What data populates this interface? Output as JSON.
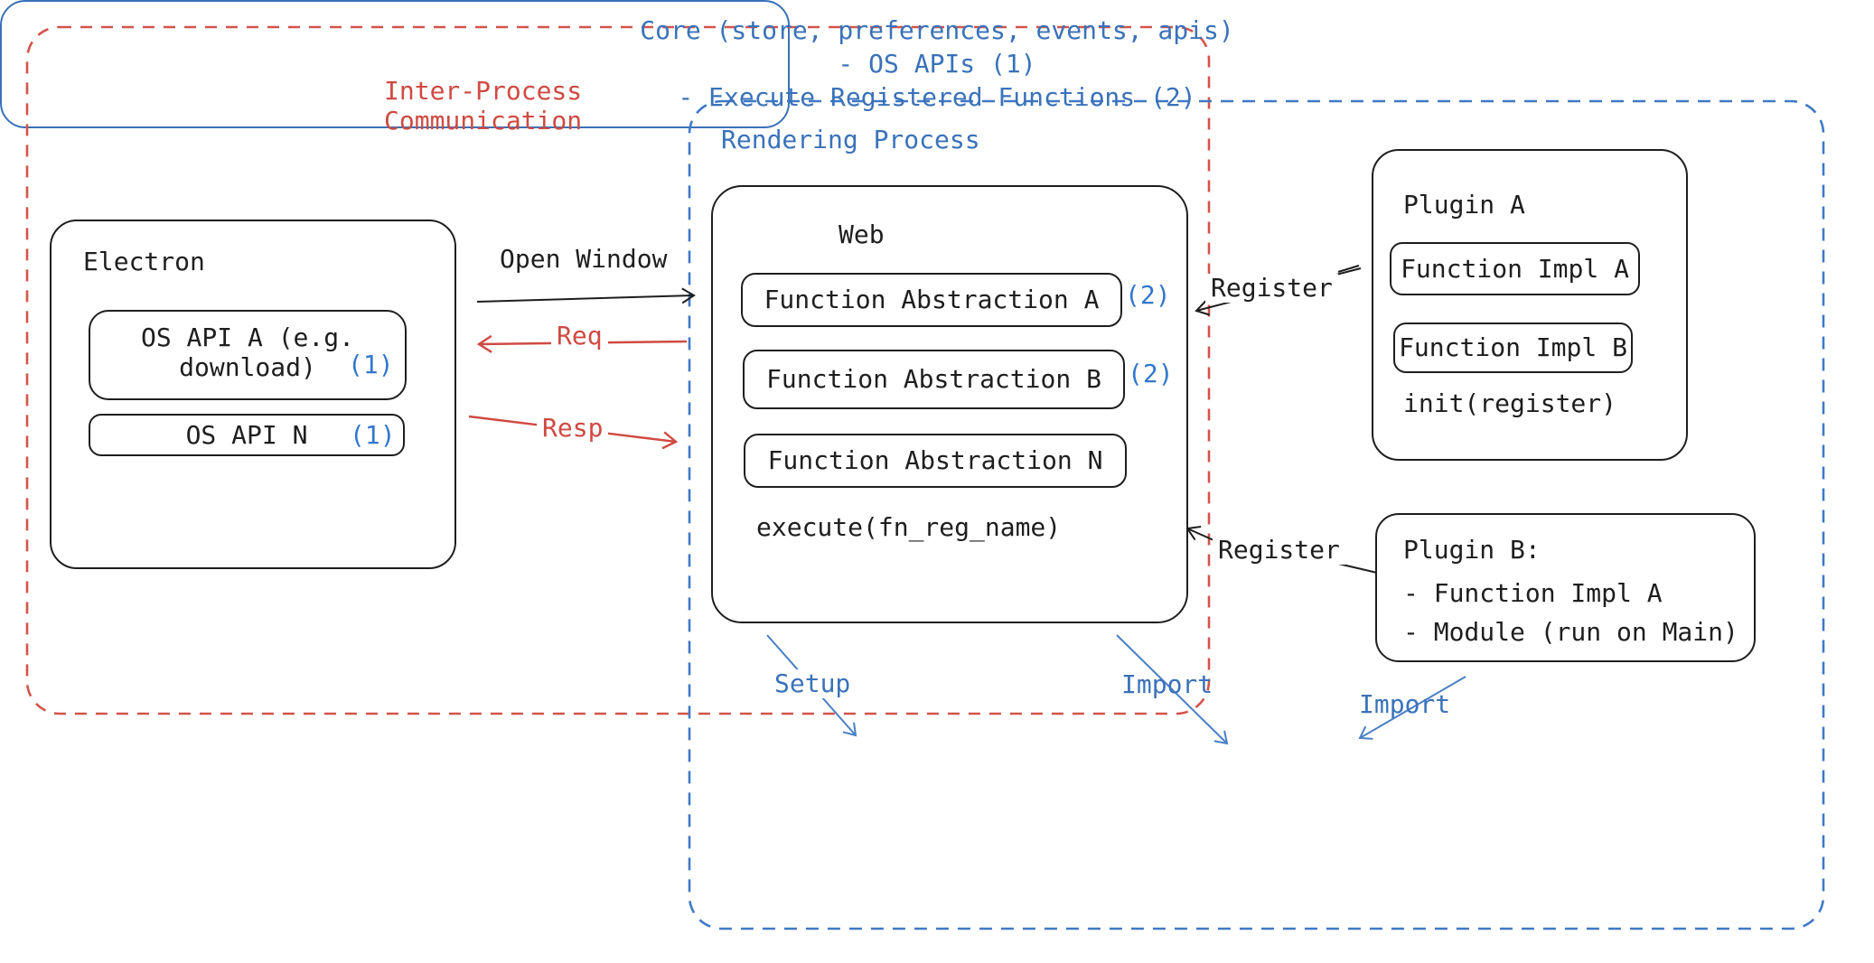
{
  "regions": {
    "ipc_label": "Inter-Process\nCommunication",
    "rendering_label": "Rendering Process"
  },
  "electron": {
    "title": "Electron",
    "os_api_a_line1": "OS API A (e.g.",
    "os_api_a_line2": "download)",
    "os_api_a_badge": "(1)",
    "os_api_n_label": "OS API N",
    "os_api_n_badge": "(1)"
  },
  "web": {
    "title": "Web",
    "fa_a_label": "Function Abstraction A",
    "fa_a_badge": "(2)",
    "fa_b_label": "Function Abstraction B",
    "fa_b_badge": "(2)",
    "fa_n_label": "Function Abstraction N",
    "execute_label": "execute(fn_reg_name)"
  },
  "plugin_a": {
    "title": "Plugin A",
    "impl_a_label": "Function Impl A",
    "impl_b_label": "Function Impl B",
    "init_label": "init(register)"
  },
  "plugin_b": {
    "line1": "Plugin B:",
    "line2": "- Function Impl A",
    "line3": "- Module (run on Main)"
  },
  "core": {
    "text": "Core (store, preferences, events, apis)\n- OS APIs (1)\n- Execute Registered Functions (2)"
  },
  "arrows": {
    "open_window": "Open Window",
    "req": "Req",
    "resp": "Resp",
    "register_web": "Register",
    "register_plugin_b": "Register",
    "setup": "Setup",
    "import_web": "Import",
    "import_plugin_b": "Import"
  },
  "colors": {
    "ink": "#1e1e1e",
    "red": "#cf4a42",
    "blue": "#3a72ba",
    "badge_blue": "#3277cc"
  }
}
